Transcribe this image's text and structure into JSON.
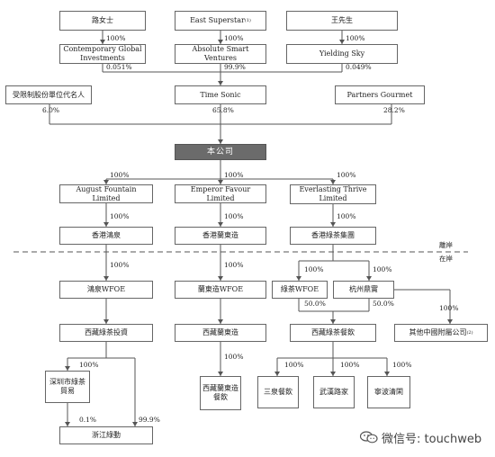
{
  "entities": {
    "lu": "路女士",
    "east_superstar": "East Superstar",
    "east_superstar_note": "(1)",
    "wang": "王先生",
    "contemporary_global": "Contemporary Global Investments",
    "absolute_smart": "Absolute Smart Ventures",
    "yielding_sky": "Yielding Sky",
    "nominee": "受限制股份單位代名人",
    "time_sonic": "Time Sonic",
    "partners_gourmet": "Partners Gourmet",
    "company": "本公司",
    "august_fountain": "August Fountain Limited",
    "emperor_favour": "Emperor Favour Limited",
    "everlasting_thrive": "Everlasting Thrive Limited",
    "hk_hongquan": "香港鴻泉",
    "hk_lantongzao": "香港蘭東造",
    "hk_lucai": "香港綠茶集團",
    "hongquan_wfoe": "鴻泉WFOE",
    "lantongzao_wfoe": "蘭東造WFOE",
    "lucai_wfoe": "綠茶WFOE",
    "hangzhou": "杭州鼎實",
    "xizang_touzi": "西藏綠茶投資",
    "xizang_lantongzao": "西藏蘭東造",
    "xizang_canyin": "西藏綠茶餐飲",
    "other_subs": "其他中國附屬公司",
    "other_subs_note": "(2)",
    "shenzhen": "深圳市綠茶貿易",
    "xizang_lantongzao_canyin": "西藏蘭東造餐飲",
    "sanquan": "三泉餐飲",
    "wuhan": "武漢路家",
    "ningbo": "寧波清閑",
    "zhejiang": "浙江綠動"
  },
  "percentages": {
    "p100": "100%",
    "p0051": "0.051%",
    "p999": "99.9%",
    "p0049": "0.049%",
    "p60": "6.0%",
    "p658": "65.8%",
    "p282": "28.2%",
    "p500": "50.0%",
    "p01": "0.1%",
    "p999b": "99.9%"
  },
  "regions": {
    "offshore": "離岸",
    "onshore": "在岸"
  },
  "watermark": {
    "text": "微信号: touchweb",
    "icon": "wechat-icon"
  }
}
